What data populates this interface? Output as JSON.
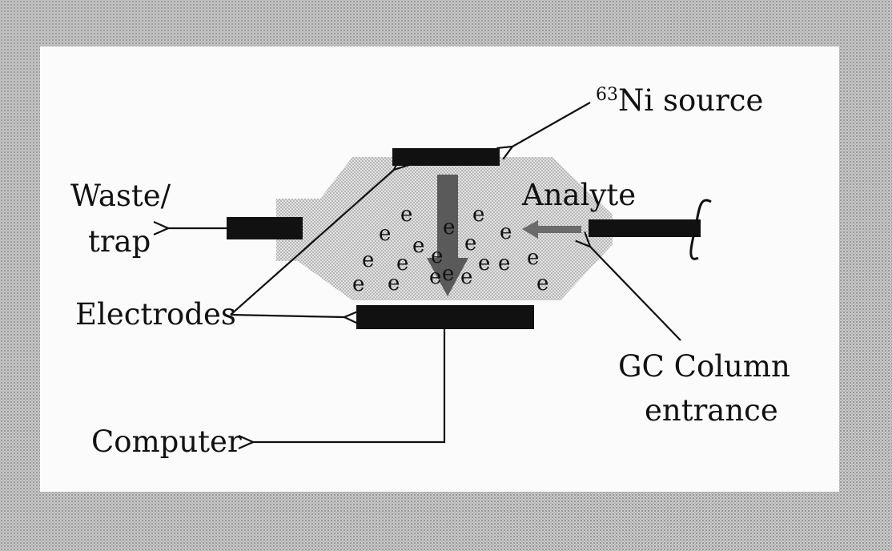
{
  "diagram": {
    "source_label_sup": "63",
    "source_label_main": "Ni source",
    "analyte_label": "Analyte",
    "waste_label_line1": "Waste/",
    "waste_label_line2": "trap",
    "electrodes_label": "Electrodes",
    "gc_label_line1": "GC Column",
    "gc_label_line2": "entrance",
    "computer_label": "Computer",
    "electron_symbol": "e",
    "colors": {
      "ink": "#111111",
      "chamber": "#bdbdbd",
      "panel": "#fbfbfb",
      "background": "#c9c9c9"
    }
  }
}
